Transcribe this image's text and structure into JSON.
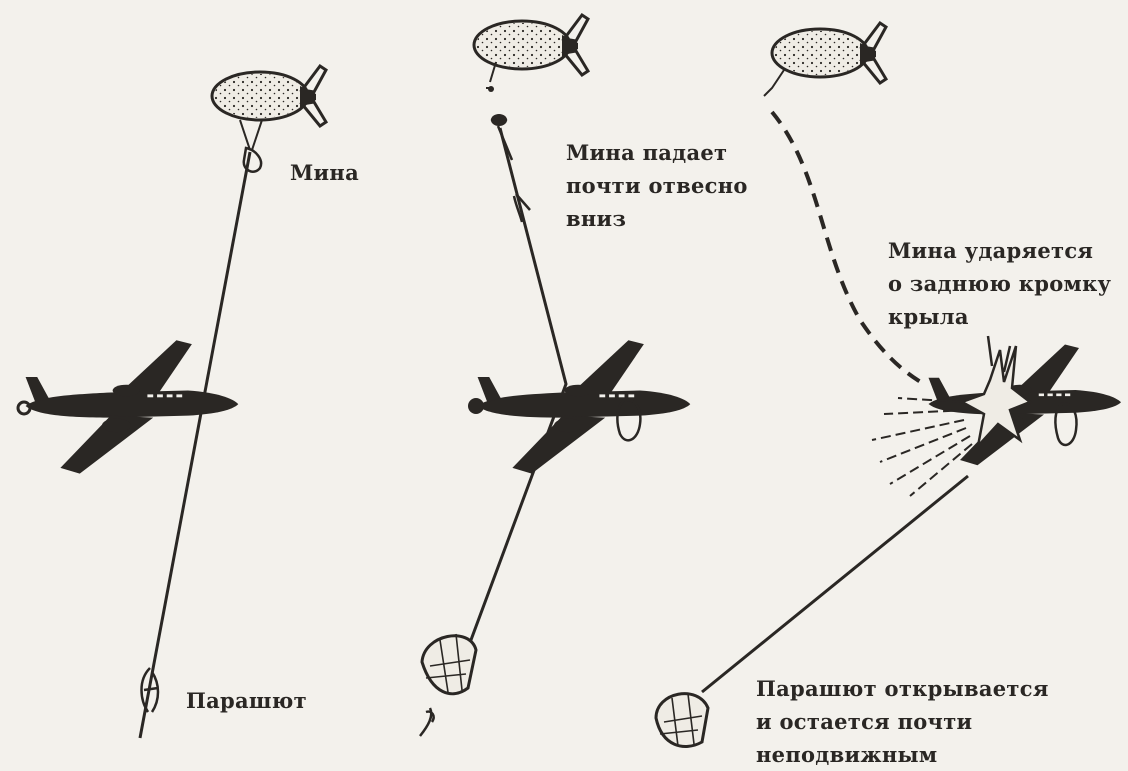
{
  "colors": {
    "background": "#f3f1ec",
    "ink": "#2a2724",
    "ink_light": "#4a4641",
    "balloon_fill": "#efece5"
  },
  "panels": [
    {
      "id": "panel-1",
      "labels": {
        "mine": "Мина",
        "parachute": "Парашют"
      }
    },
    {
      "id": "panel-2",
      "labels": {
        "mine_falls": [
          "Мина падает",
          "почти отвесно",
          "вниз"
        ]
      }
    },
    {
      "id": "panel-3",
      "labels": {
        "mine_hits": [
          "Мина ударяется",
          "о заднюю кромку",
          "крыла"
        ],
        "parachute_opens": [
          "Парашют открывается",
          "и остается почти",
          "неподвижным"
        ]
      }
    }
  ],
  "icons": [
    "balloon-icon",
    "aircraft-icon",
    "mine-icon",
    "parachute-icon",
    "explosion-icon"
  ]
}
